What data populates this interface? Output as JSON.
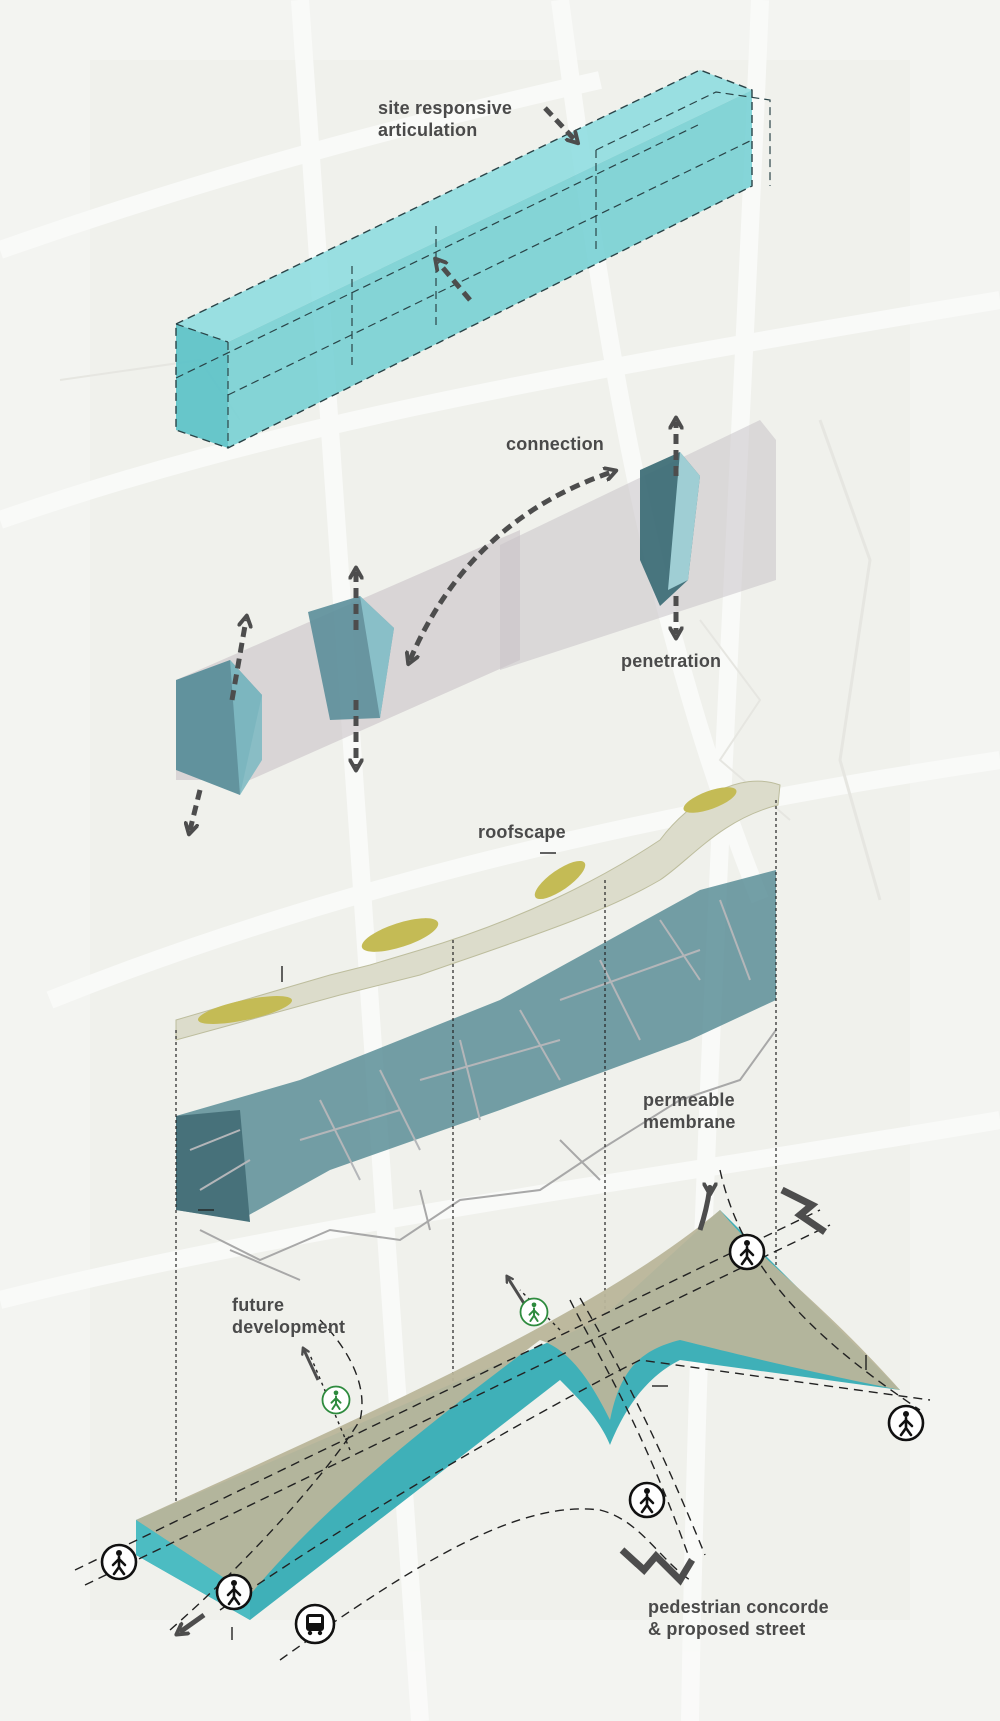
{
  "labels": {
    "site_responsive": [
      "site responsive",
      "articulation"
    ],
    "connection": "connection",
    "penetration": "penetration",
    "roofscape": "roofscape",
    "permeable": [
      "permeable",
      "membrane"
    ],
    "future": [
      "future",
      "development"
    ],
    "pedestrian": [
      "pedestrian concorde",
      "& proposed street"
    ]
  },
  "colors": {
    "background": "#f3f4f1",
    "volume_teal": "#7fd3d6",
    "translucent_grey": "#c9c3c8",
    "roof_cream": "#dcdccb",
    "roof_olive": "#c4bb55",
    "membrane_slate": "#5c8e98",
    "ground_tan": "#b9b59a",
    "ground_teal": "#3fb0b8",
    "arrow_grey": "#4d4d4d",
    "pedestrian_green": "#2e8b3e"
  },
  "icons": {
    "pedestrian": "pedestrian-icon",
    "bus": "bus-icon"
  }
}
